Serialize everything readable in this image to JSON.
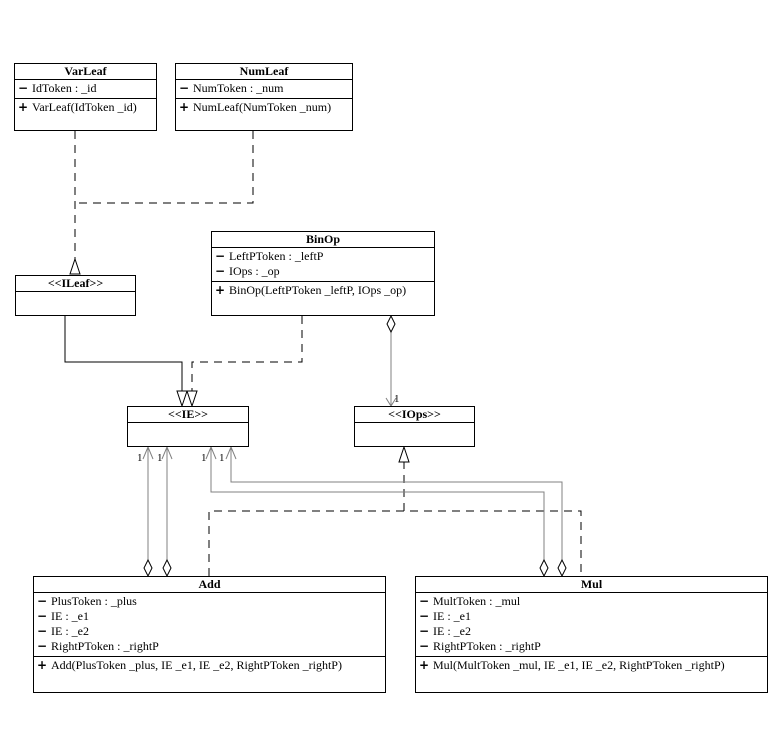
{
  "classes": {
    "varleaf": {
      "name": "VarLeaf",
      "attributes": [
        {
          "vis": "−",
          "text": "IdToken : _id"
        }
      ],
      "operations": [
        {
          "vis": "+",
          "text": "VarLeaf(IdToken _id)"
        }
      ]
    },
    "numleaf": {
      "name": "NumLeaf",
      "attributes": [
        {
          "vis": "−",
          "text": "NumToken : _num"
        }
      ],
      "operations": [
        {
          "vis": "+",
          "text": "NumLeaf(NumToken _num)"
        }
      ]
    },
    "binop": {
      "name": "BinOp",
      "attributes": [
        {
          "vis": "−",
          "text": "LeftPToken : _leftP"
        },
        {
          "vis": "−",
          "text": "IOps : _op"
        }
      ],
      "operations": [
        {
          "vis": "+",
          "text": "BinOp(LeftPToken _leftP, IOps _op)"
        }
      ]
    },
    "ileaf": {
      "name": "<<ILeaf>>"
    },
    "ie": {
      "name": "<<IE>>"
    },
    "iops": {
      "name": "<<IOps>>"
    },
    "add": {
      "name": "Add",
      "attributes": [
        {
          "vis": "−",
          "text": "PlusToken : _plus"
        },
        {
          "vis": "−",
          "text": "IE : _e1"
        },
        {
          "vis": "−",
          "text": "IE : _e2"
        },
        {
          "vis": "−",
          "text": "RightPToken : _rightP"
        }
      ],
      "operations": [
        {
          "vis": "+",
          "text": "Add(PlusToken _plus, IE _e1, IE _e2, RightPToken _rightP)"
        }
      ]
    },
    "mul": {
      "name": "Mul",
      "attributes": [
        {
          "vis": "−",
          "text": "MultToken : _mul"
        },
        {
          "vis": "−",
          "text": "IE : _e1"
        },
        {
          "vis": "−",
          "text": "IE : _e2"
        },
        {
          "vis": "−",
          "text": "RightPToken : _rightP"
        }
      ],
      "operations": [
        {
          "vis": "+",
          "text": "Mul(MultToken _mul, IE _e1, IE _e2, RightPToken _rightP)"
        }
      ]
    }
  },
  "multiplicities": {
    "binop_iops": "1",
    "add_e1": "1",
    "add_e2": "1",
    "mul_e1": "1",
    "mul_e2": "1"
  },
  "colors": {
    "line": "#000000",
    "association": "#808080"
  }
}
